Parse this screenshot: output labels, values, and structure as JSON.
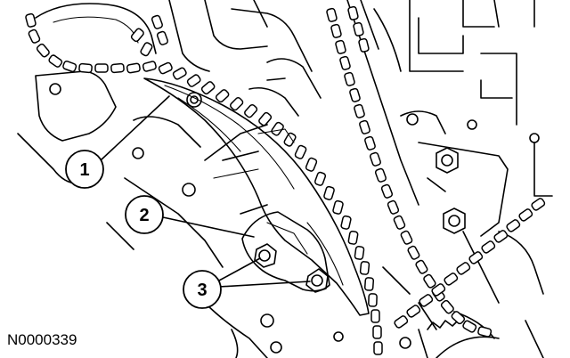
{
  "figure": {
    "id_label": "N0000339"
  },
  "callouts": [
    {
      "label": "1"
    },
    {
      "label": "2"
    },
    {
      "label": "3"
    }
  ],
  "colors": {
    "line": "#000000",
    "background": "#ffffff"
  }
}
